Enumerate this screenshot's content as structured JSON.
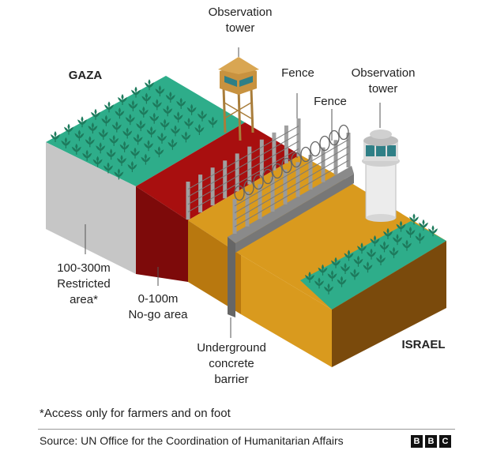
{
  "labels": {
    "gaza": "GAZA",
    "israel": "ISRAEL",
    "tower_left": [
      "Observation",
      "tower"
    ],
    "tower_right": [
      "Observation",
      "tower"
    ],
    "fence_back": "Fence",
    "fence_front": "Fence",
    "restricted": [
      "100-300m",
      "Restricted",
      "area*"
    ],
    "nogo": [
      "0-100m",
      "No-go area"
    ],
    "barrier": [
      "Underground",
      "concrete",
      "barrier"
    ]
  },
  "footnote": "*Access only for farmers and on foot",
  "source": "Source: UN Office for the Coordination of Humanitarian Affairs",
  "logo": [
    "B",
    "B",
    "C"
  ],
  "colors": {
    "crop_field": "#2ead8a",
    "restricted_side": "#c6c6c6",
    "nogo_top": "#a80f0f",
    "nogo_side": "#7d0a0a",
    "buffer_top": "#d99a1e",
    "buffer_side": "#b8780f",
    "israel_side": "#7a4a0c",
    "barrier": "#666666"
  }
}
